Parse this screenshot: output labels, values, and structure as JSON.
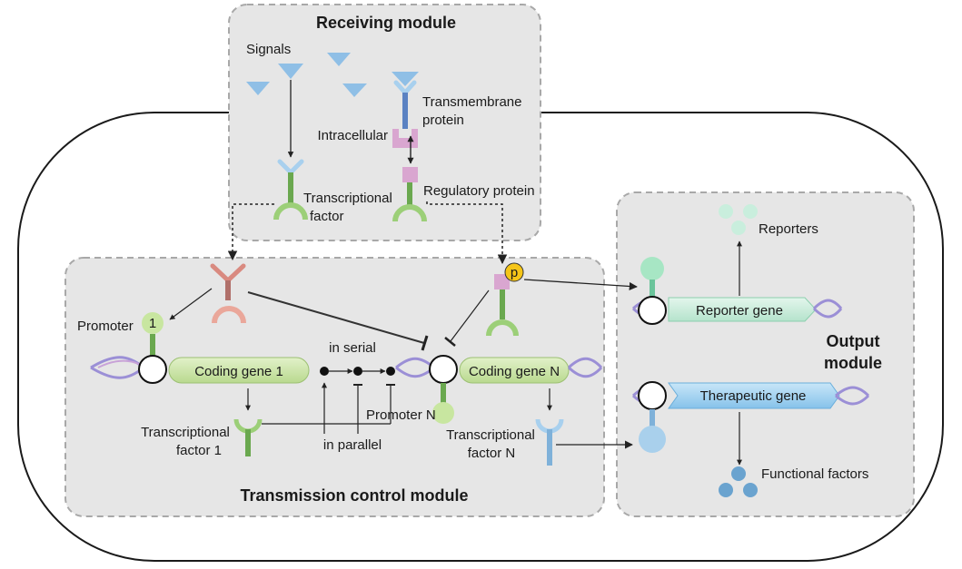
{
  "modules": {
    "receiving": "Receiving module",
    "transmission": "Transmission control module",
    "output_line1": "Output",
    "output_line2": "module"
  },
  "labels": {
    "signals": "Signals",
    "intracellular": "Intracellular",
    "transmembrane_1": "Transmembrane",
    "transmembrane_2": "protein",
    "tf_1": "Transcriptional",
    "tf_2": "factor",
    "regulatory_protein": "Regulatory protein",
    "promoter_1": "Promoter",
    "promoter_1_num": "1",
    "promoter_n": "Promoter N",
    "coding_gene_1": "Coding  gene 1",
    "coding_gene_n": "Coding gene N",
    "in_serial": "in serial",
    "in_parallel": "in parallel",
    "tf1_1": "Transcriptional",
    "tf1_2": "factor 1",
    "tfn_1": "Transcriptional",
    "tfn_2": "factor N",
    "phospho": "p",
    "reporter_gene": "Reporter gene",
    "reporters": "Reporters",
    "therapeutic_gene": "Therapeutic gene",
    "functional_factors": "Functional factors"
  },
  "colors": {
    "module_fill": "#e6e6e6",
    "module_border": "#a8a8a8",
    "signal_blue": "#8fbfe6",
    "receptor_red": "#d98a80",
    "stem_green": "#6aa84f",
    "gene_green": "#cfe6b0",
    "gene_blue": "#9fd0f0",
    "reporter_mint": "#c9eedd",
    "regulatory_pink": "#d9a6d0",
    "phospho_yellow": "#f5c518",
    "functional_blue": "#7fb1d9"
  }
}
